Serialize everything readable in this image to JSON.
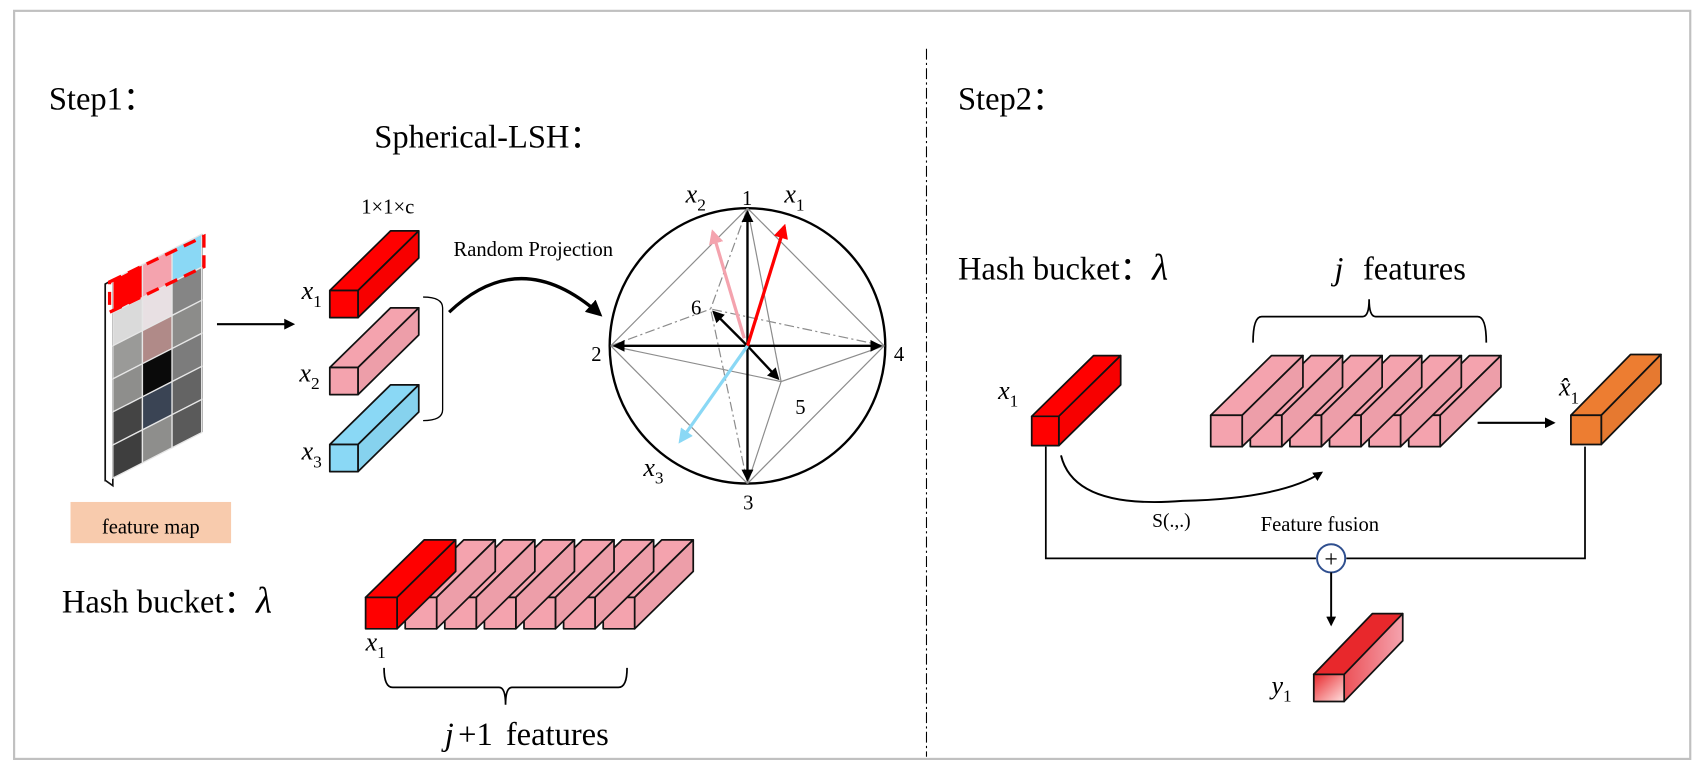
{
  "step1": {
    "title": "Step1：",
    "lsh_title": "Spherical-LSH：",
    "dim_label": "1×1×c",
    "projection_label": "Random Projection",
    "feature_map_label": "feature map",
    "vectors": [
      {
        "name": "x",
        "sub": "1",
        "color": "#ff0000"
      },
      {
        "name": "x",
        "sub": "2",
        "color": "#f4a3ae"
      },
      {
        "name": "x",
        "sub": "3",
        "color": "#8ad8f5"
      }
    ],
    "sphere_points": [
      "1",
      "2",
      "3",
      "4",
      "5",
      "6"
    ],
    "sphere_vector_labels": [
      {
        "name": "x",
        "sub": "2"
      },
      {
        "name": "x",
        "sub": "1"
      },
      {
        "name": "x",
        "sub": "3"
      }
    ],
    "hash_bucket_label": "Hash bucket：",
    "hash_bucket_symbol": "λ",
    "bucket_first_label": {
      "name": "x",
      "sub": "1"
    },
    "bucket_count_label": {
      "var": "j",
      "op": "+1",
      "text": "features"
    },
    "bucket_feature_count": 7
  },
  "step2": {
    "title": "Step2：",
    "hash_bucket_label": "Hash bucket：",
    "hash_bucket_symbol": "λ",
    "query_label": {
      "name": "x",
      "sub": "1"
    },
    "features_label": {
      "var": "j",
      "text": "features"
    },
    "feature_count": 6,
    "similarity_label": "S(.,.)",
    "fusion_label": "Feature fusion",
    "aggregated_label": {
      "name": "x̂",
      "sub": "1"
    },
    "output_label": {
      "name": "y",
      "sub": "1"
    },
    "plus_symbol": "+"
  },
  "colors": {
    "query_red": "#ff0000",
    "neighbor_pink": "#f4a3ae",
    "neighbor3_blue": "#8ad8f5",
    "aggregate_orange": "#ed7d31",
    "feature_map_label_bg": "#f8cbad",
    "plus_circle": "#2f4f8f"
  },
  "feature_map_grid": [
    [
      "#ff0000",
      "#f4a3ae",
      "#8ad8f5"
    ],
    [
      "#dadada",
      "#e8e0e3",
      "#858585"
    ],
    [
      "#9a9a98",
      "#b08a88",
      "#8c8c8a"
    ],
    [
      "#8e8e8c",
      "#0a0a0a",
      "#7c7c7c"
    ],
    [
      "#444444",
      "#3a4454",
      "#646464"
    ],
    [
      "#3e3e3e",
      "#8e8e8c",
      "#5a5a5a"
    ]
  ]
}
